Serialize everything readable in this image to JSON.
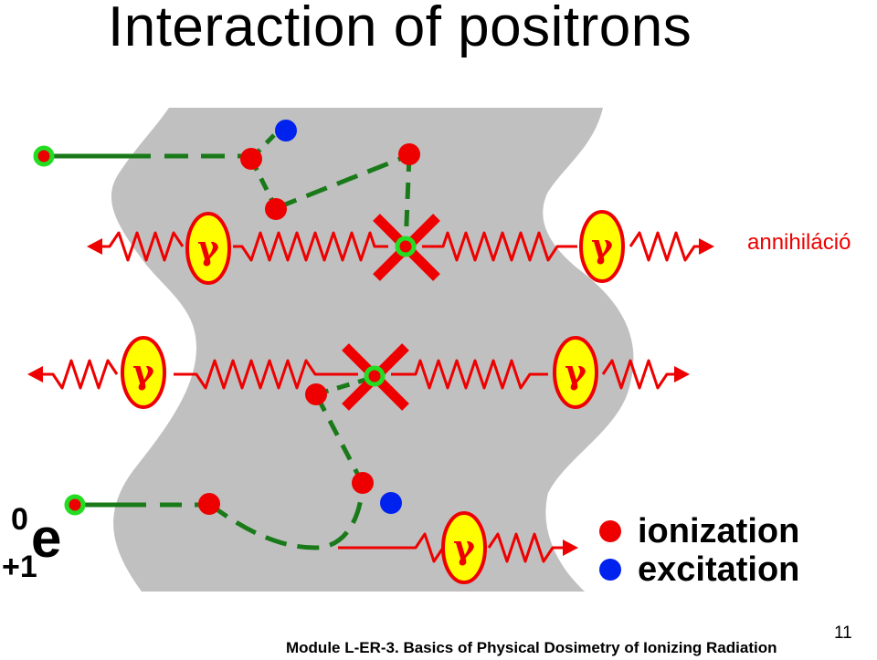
{
  "title": "Interaction of positrons",
  "annotation": "annihiláció",
  "gamma_symbol": "γ",
  "particle": {
    "superscript": "0",
    "symbol": "e",
    "subscript": "+1"
  },
  "legend": [
    {
      "label": "ionization",
      "color": "#ee0000"
    },
    {
      "label": "excitation",
      "color": "#0022ee"
    }
  ],
  "footer": "Module L-ER-3. Basics of Physical Dosimetry of Ionizing Radiation",
  "page_number": "11",
  "colors": {
    "medium": "#c0c0c0",
    "positron_track": "#1a7a1a",
    "positron_node": "#22dd22",
    "gamma_wave": "#ee0000",
    "gamma_badge_fill": "#ffff00",
    "annihilation_cross": "#ee0000"
  }
}
